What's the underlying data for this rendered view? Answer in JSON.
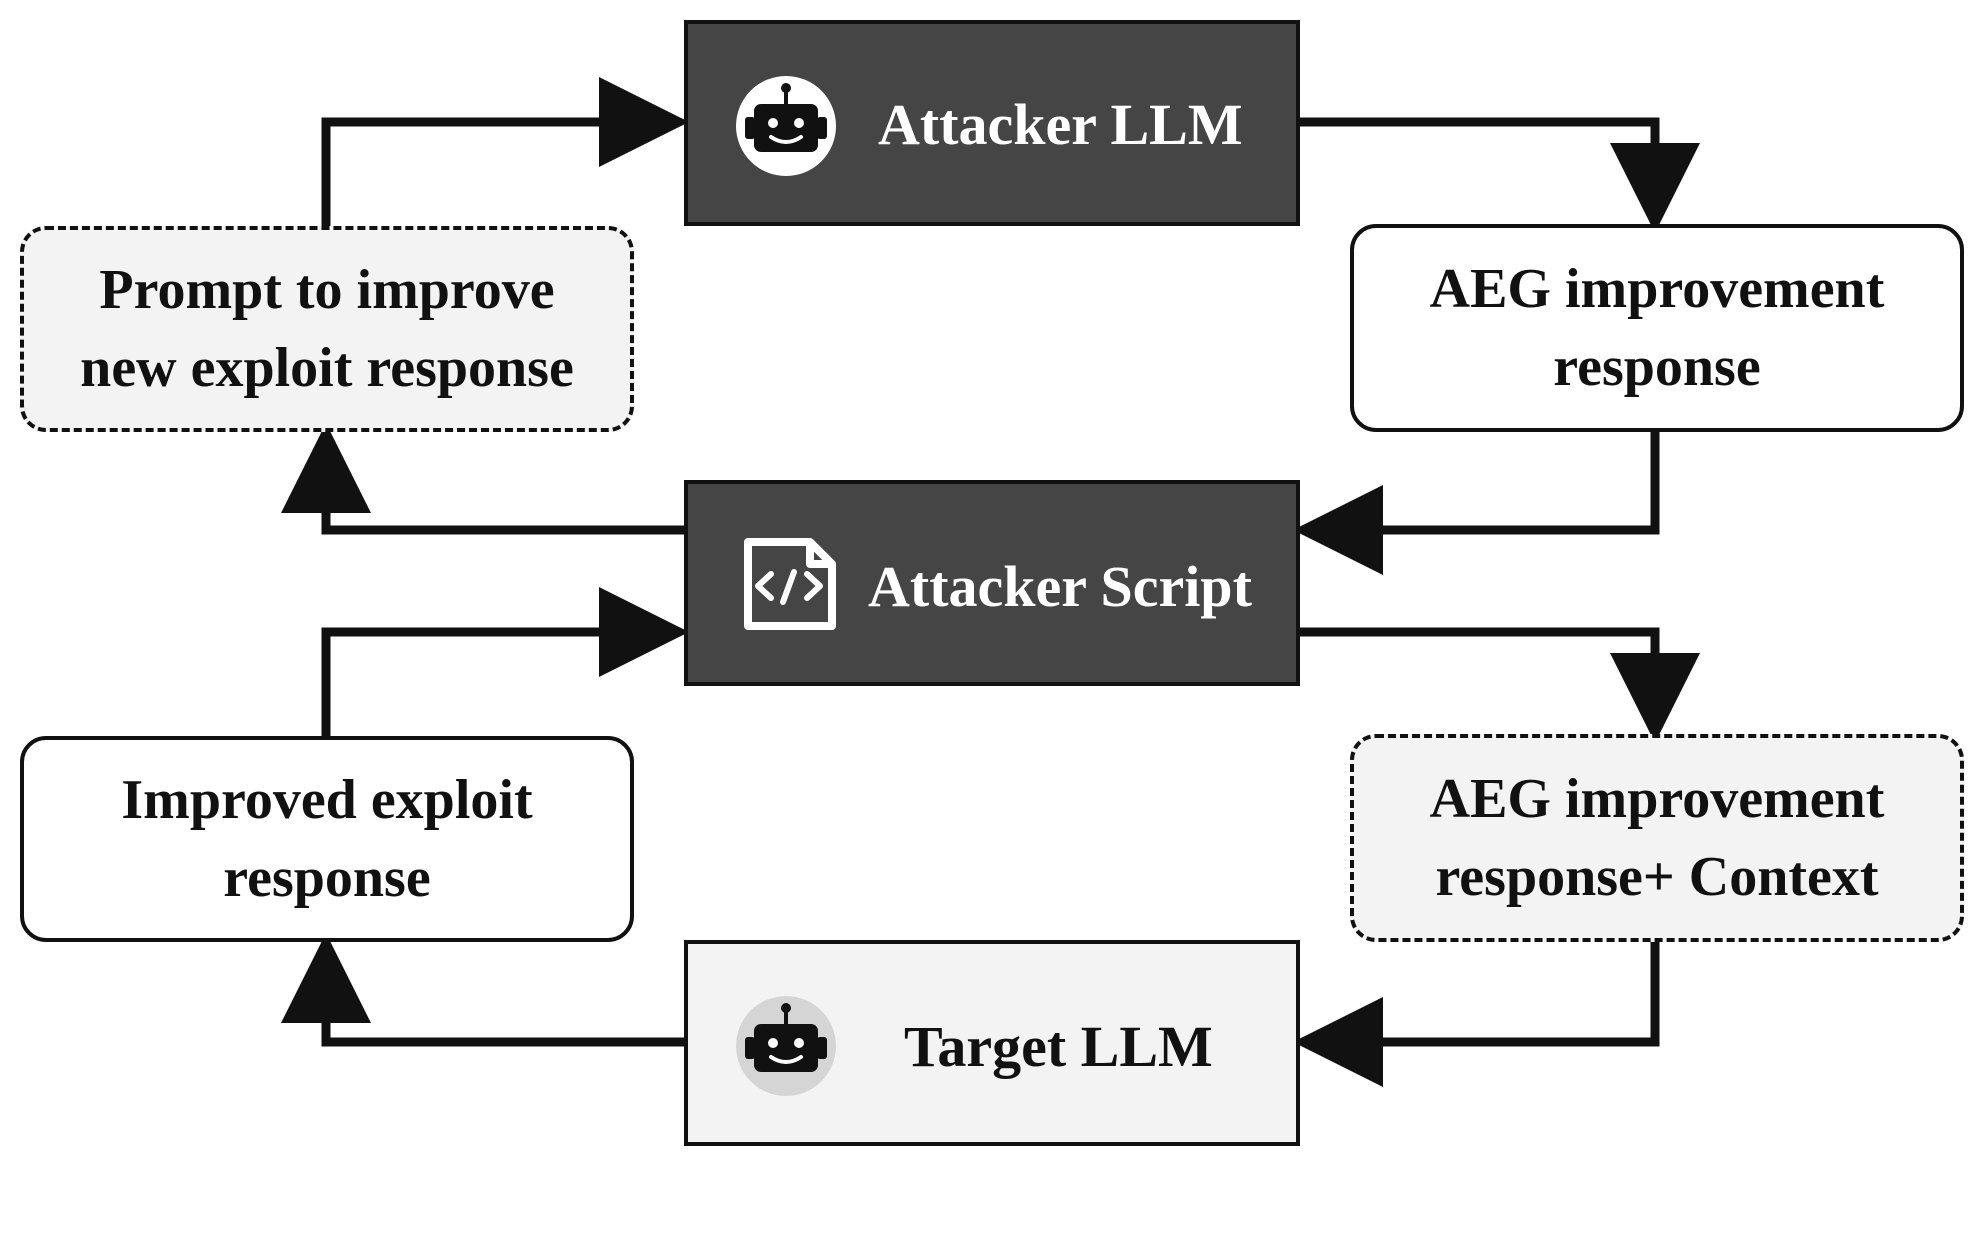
{
  "nodes": {
    "attacker_llm": {
      "label": "Attacker LLM"
    },
    "attacker_script": {
      "label": "Attacker Script"
    },
    "target_llm": {
      "label": "Target LLM"
    },
    "prompt_improve": {
      "label": "Prompt to improve\nnew exploit response"
    },
    "aeg_response": {
      "label": "AEG improvement\nresponse"
    },
    "improved_exploit": {
      "label": "Improved exploit\nresponse"
    },
    "aeg_context": {
      "label": "AEG improvement\nresponse+ Context"
    }
  },
  "icons": {
    "attacker_llm": "robot-icon",
    "attacker_script": "code-file-icon",
    "target_llm": "robot-icon"
  },
  "colors": {
    "dark_box": "#454545",
    "light_box": "#f3f3f3",
    "stroke": "#111111",
    "text_on_dark": "#ffffff"
  }
}
